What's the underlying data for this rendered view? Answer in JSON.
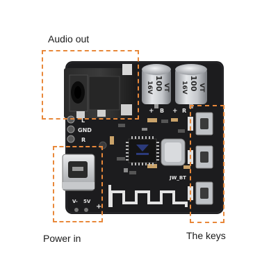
{
  "callouts": {
    "audio_out": "Audio out",
    "power_in": "Power in",
    "the_keys": "The keys"
  },
  "board": {
    "capacitor_1": {
      "line1": "100",
      "line2": "16V",
      "line3": "VT"
    },
    "capacitor_2": {
      "line1": "100",
      "line2": "16V",
      "line3": "VT"
    },
    "silkscreen": {
      "gnd": "GND",
      "l": "L",
      "r": "R",
      "plus_1": "+",
      "b": "B",
      "plus_2": "+",
      "r2": "R",
      "module_label": "JW_BT",
      "v_minus": "V-",
      "volt": "5V",
      "plus_bottom": "+"
    }
  },
  "colors": {
    "callout_border": "#e8883a",
    "board": "#1c1c1e",
    "capacitor": "#c9ccd0"
  }
}
